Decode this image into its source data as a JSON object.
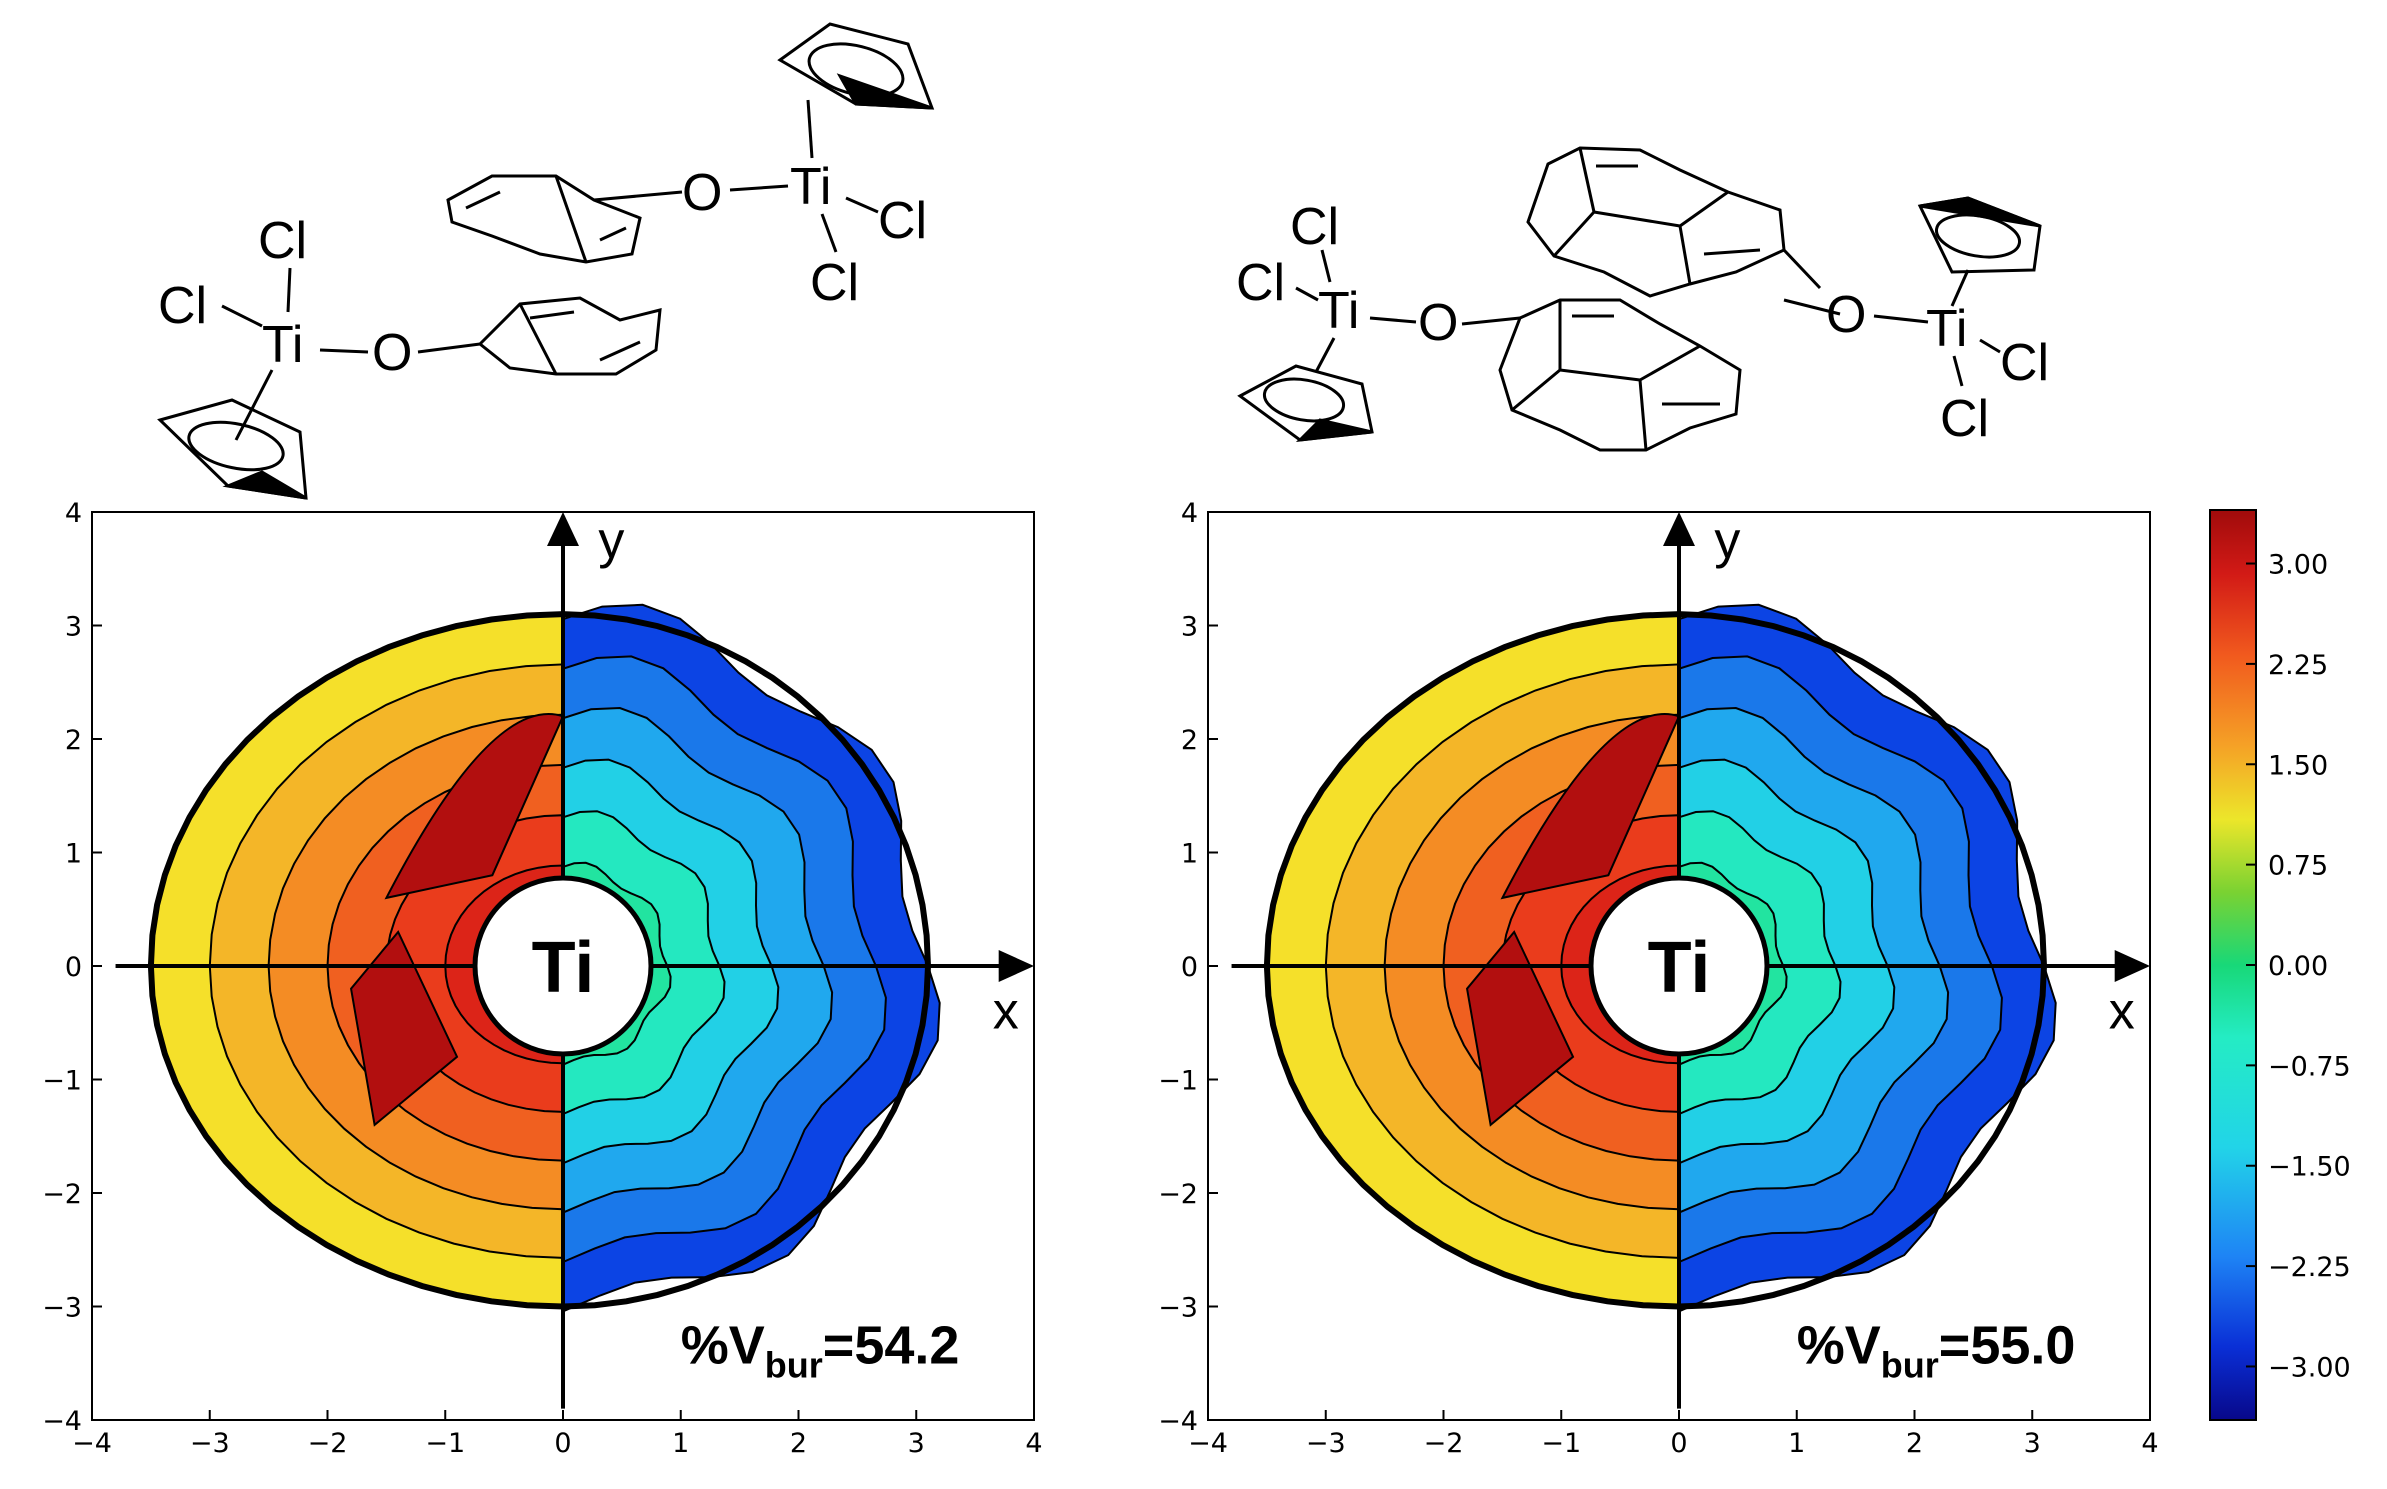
{
  "chart_data": [
    {
      "type": "contour",
      "xlim": [
        -4,
        4
      ],
      "ylim": [
        -4,
        4
      ],
      "x_ticks": [
        "−4",
        "−3",
        "−2",
        "−1",
        "0",
        "1",
        "2",
        "3",
        "4"
      ],
      "y_ticks": [
        "−4",
        "−3",
        "−2",
        "−1",
        "0",
        "1",
        "2",
        "3",
        "4"
      ],
      "axis_x_label": "x",
      "axis_y_label": "y",
      "center_label": "Ti",
      "annotation": {
        "prefix": "%V",
        "sub": "bur",
        "value": "=54.2"
      },
      "vbur_percent": 54.2,
      "outer_radius": {
        "right": 3.1,
        "left": 3.5,
        "top": 3.1,
        "bottom": 3.0
      },
      "molecule": {
        "labels": [
          "Cl",
          "Cl",
          "Ti",
          "O",
          "O",
          "Ti",
          "Cl",
          "Cl"
        ]
      }
    },
    {
      "type": "contour",
      "xlim": [
        -4,
        4
      ],
      "ylim": [
        -4,
        4
      ],
      "x_ticks": [
        "−4",
        "−3",
        "−2",
        "−1",
        "0",
        "1",
        "2",
        "3",
        "4"
      ],
      "y_ticks": [
        "−4",
        "−3",
        "−2",
        "−1",
        "0",
        "1",
        "2",
        "3",
        "4"
      ],
      "axis_x_label": "x",
      "axis_y_label": "y",
      "center_label": "Ti",
      "annotation": {
        "prefix": "%V",
        "sub": "bur",
        "value": "=55.0"
      },
      "vbur_percent": 55.0,
      "outer_radius": {
        "right": 3.1,
        "left": 3.5,
        "top": 3.1,
        "bottom": 3.0
      },
      "molecule": {
        "labels": [
          "Cl",
          "Cl",
          "Ti",
          "O",
          "O",
          "Ti",
          "Cl",
          "Cl"
        ]
      }
    }
  ],
  "colorbar": {
    "range": [
      -3.4,
      3.4
    ],
    "tick_labels": [
      "3.00",
      "2.25",
      "1.50",
      "0.75",
      "0.00",
      "−0.75",
      "−1.50",
      "−2.25",
      "−3.00"
    ],
    "tick_values": [
      3.0,
      2.25,
      1.5,
      0.75,
      0.0,
      -0.75,
      -1.5,
      -2.25,
      -3.0
    ],
    "colors": [
      "#08088a",
      "#0a2fd6",
      "#1a5cf0",
      "#1e84f5",
      "#20aef0",
      "#22d4e8",
      "#24ecc4",
      "#22e89a",
      "#18d878",
      "#3ad14c",
      "#7ad232",
      "#bcd42a",
      "#ece62a",
      "#f4c628",
      "#f5a226",
      "#f47e22",
      "#f15a1e",
      "#e8341a",
      "#d21a16",
      "#a80d0d"
    ]
  }
}
